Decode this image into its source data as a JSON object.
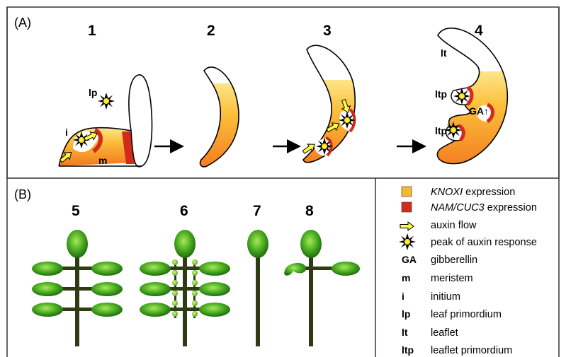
{
  "panel_a": {
    "label": "(A)",
    "stages": [
      "1",
      "2",
      "3",
      "4"
    ],
    "labels": {
      "lp": "lp",
      "i": "i",
      "m": "m",
      "lt": "lt",
      "ltp_top": "ltp",
      "ltp_bottom": "ltp",
      "ga": "GA↑"
    }
  },
  "panel_b": {
    "label": "(B)",
    "stages": [
      "5",
      "6",
      "7",
      "8"
    ]
  },
  "legend": {
    "knox": {
      "italic": "KNOXI",
      "rest": " expression",
      "color": "#f7b733"
    },
    "nam": {
      "italic": "NAM/CUC3",
      "rest": " expression",
      "color": "#d42a1e"
    },
    "auxin_flow": "auxin flow",
    "auxin_peak": "peak of auxin response",
    "rows": [
      {
        "key": "GA",
        "text": "gibberellin"
      },
      {
        "key": "m",
        "text": "meristem"
      },
      {
        "key": "i",
        "text": "initium"
      },
      {
        "key": "lp",
        "text": "leaf primordium"
      },
      {
        "key": "lt",
        "text": "leaflet"
      },
      {
        "key": "ltp",
        "text": "leaflet primordium"
      }
    ]
  }
}
